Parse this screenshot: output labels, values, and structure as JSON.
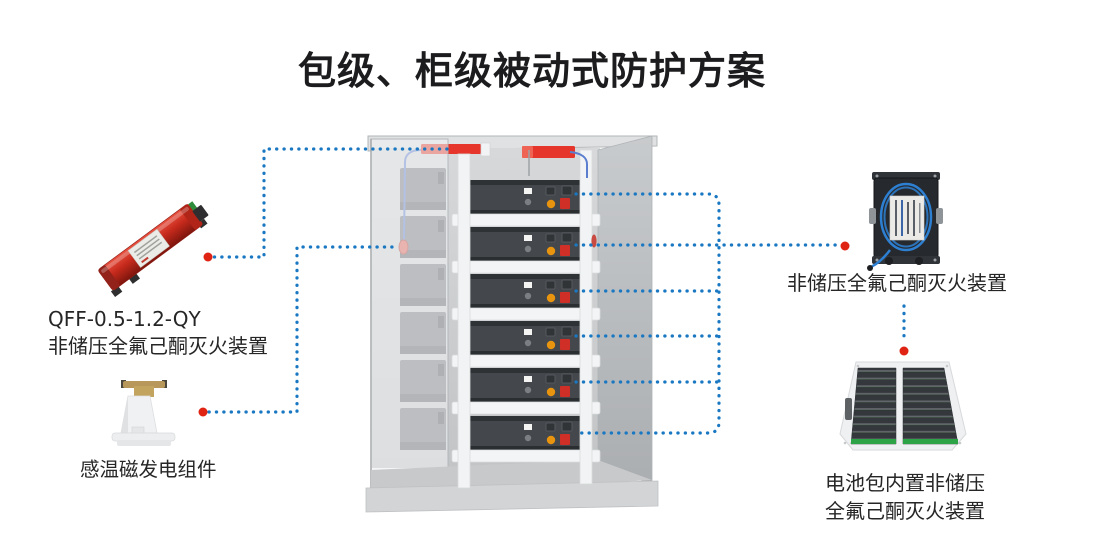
{
  "title": "包级、柜级被动式防护方案",
  "components": {
    "cabinet": {
      "name": "battery-cabinet",
      "module_count": 6
    },
    "left_extinguisher": {
      "model": "QFF-0.5-1.2-QY",
      "label": "非储压全氟己酮灭火装置"
    },
    "sensor": {
      "label": "感温磁发电组件"
    },
    "right_extinguisher": {
      "label": "非储压全氟己酮灭火装置"
    },
    "battery_pack": {
      "label_line1": "电池包内置非储压",
      "label_line2": "全氟己酮灭火装置"
    }
  },
  "colors": {
    "connector_blue": "#1a78c2",
    "marker_red": "#e02414",
    "extinguisher_red": "#cf2d1f",
    "suppressor_bar_red": "#e6352a",
    "cabinet_gray": "#c9cccd",
    "module_dark": "#44474b"
  }
}
